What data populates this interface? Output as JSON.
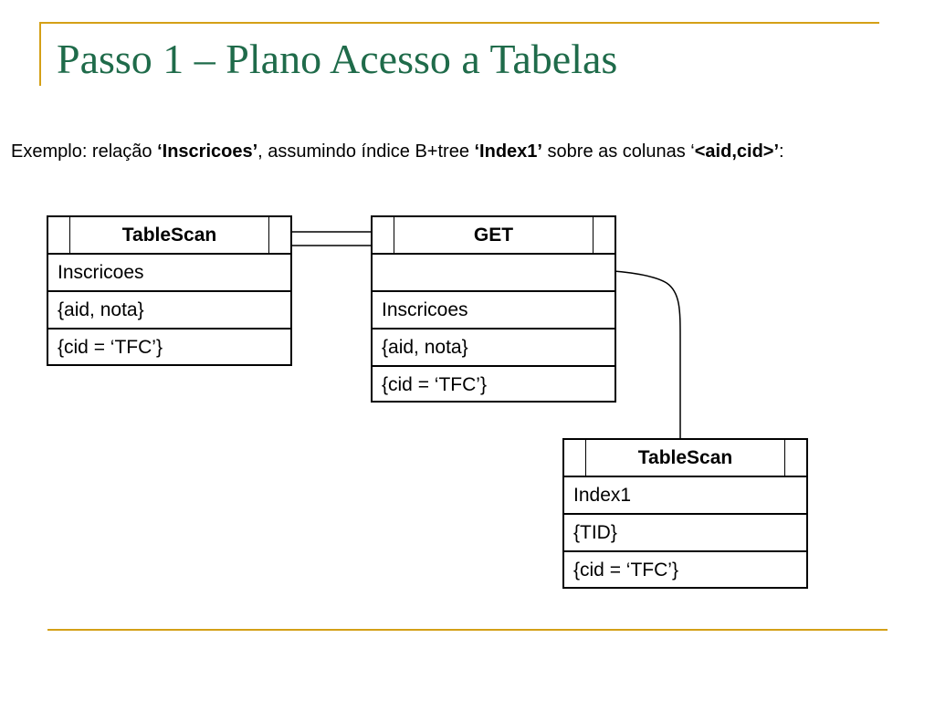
{
  "slide": {
    "title": "Passo 1 – Plano Acesso a Tabelas",
    "intro": {
      "p1": "Exemplo: relação ",
      "b1": "‘Inscricoes’",
      "p2": ", assumindo índice B+tree ",
      "b2": "‘Index1’",
      "p3": " sobre as colunas ‘",
      "b3": "<aid,cid>’",
      "p4": ":"
    },
    "accent_color": "#d4a017",
    "title_color": "#1f6b4a"
  },
  "diagram": {
    "node_left": {
      "header": "TableScan",
      "rows": [
        "Inscricoes",
        "{aid, nota}",
        "{cid = ‘TFC’}"
      ]
    },
    "node_get": {
      "header": "GET",
      "rows": [
        "",
        "Inscricoes",
        "{aid, nota}",
        "{cid = ‘TFC’}"
      ]
    },
    "node_index": {
      "header": "TableScan",
      "rows": [
        "Index1",
        "{TID}",
        "{cid = ‘TFC’}"
      ]
    }
  }
}
